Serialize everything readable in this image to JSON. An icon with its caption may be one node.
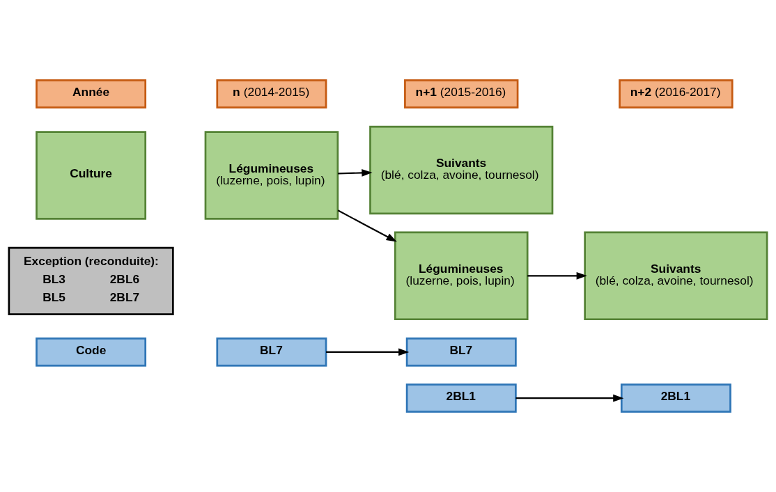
{
  "diagram": {
    "nodes": [
      {
        "text": [
          "Année"
        ]
      },
      {
        "text": [
          "**n** (2014-2015)"
        ]
      },
      {
        "text": [
          "**n+1** (2015-2016)"
        ]
      },
      {
        "text": [
          "**n+2** (2016-2017)"
        ]
      },
      {
        "text": [
          "Culture"
        ]
      },
      {
        "text": [
          "Légumineuses",
          "(luzerne, pois, lupin)"
        ]
      },
      {
        "text": [
          "Suivants",
          "(blé, colza, avoine, tournesol)"
        ]
      },
      {
        "text": [
          "Exception (reconduite):",
          "BL3",
          "2BL6",
          "BL5",
          "2BL7"
        ]
      },
      {
        "text": [
          "Légumineuses",
          "(luzerne, pois, lupin)"
        ]
      },
      {
        "text": [
          "Suivants",
          "(blé, colza, avoine, tournesol)"
        ]
      },
      {
        "text": [
          "Code"
        ]
      },
      {
        "text": [
          "BL7"
        ]
      },
      {
        "text": [
          "BL7"
        ]
      },
      {
        "text": [
          "2BL1"
        ]
      },
      {
        "text": [
          "2BL1"
        ]
      }
    ],
    "edges": [
      {
        "from": 5,
        "to": 6,
        "arrow": "to"
      },
      {
        "from": 5,
        "to": 8,
        "arrow": "to"
      },
      {
        "from": 8,
        "to": 9,
        "arrow": "to"
      },
      {
        "from": 11,
        "to": 12,
        "arrow": "to"
      },
      {
        "from": 13,
        "to": 14,
        "arrow": "to"
      }
    ]
  }
}
